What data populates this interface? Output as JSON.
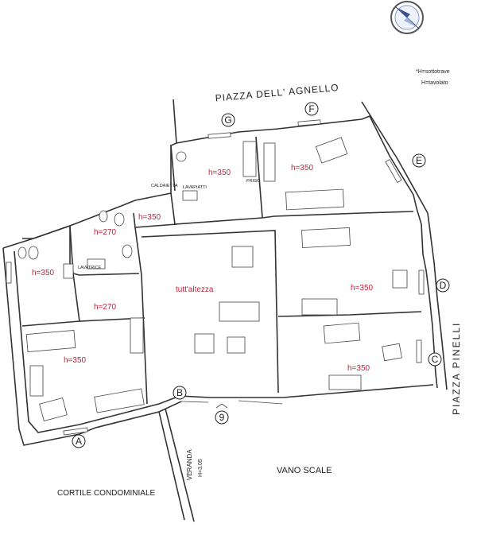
{
  "plan": {
    "streets": {
      "piazza_agnello": "PIAZZA DELL' AGNELLO",
      "piazza_pinelli": "PIAZZA  PINELLI",
      "cortile": "CORTILE CONDOMINIALE",
      "vano_scale": "VANO SCALE",
      "veranda": "VERANDA",
      "veranda_h": "H=3.05"
    },
    "legend": {
      "line1": "*H=sottotrave",
      "line2": "H=tavolato"
    },
    "rooms": {
      "r1": "h=350",
      "r2": "h=350",
      "r3": "h=350",
      "r4": "h=270",
      "r5": "h=350",
      "r6": "h=270",
      "r7": "tutt'altezza",
      "r8": "h=350",
      "r9": "h=350",
      "r10": "h=350"
    },
    "small_labels": {
      "frigo": "FRIGO",
      "caldaietta": "CALDAIETTA",
      "lavapiatti": "LAVAPIATTI",
      "lavatrice": "LAVATRICE"
    },
    "markers": {
      "A": "A",
      "B": "B",
      "C": "C",
      "D": "D",
      "E": "E",
      "F": "F",
      "G": "G",
      "n9": "9"
    },
    "icons": [
      "compass-icon"
    ]
  }
}
